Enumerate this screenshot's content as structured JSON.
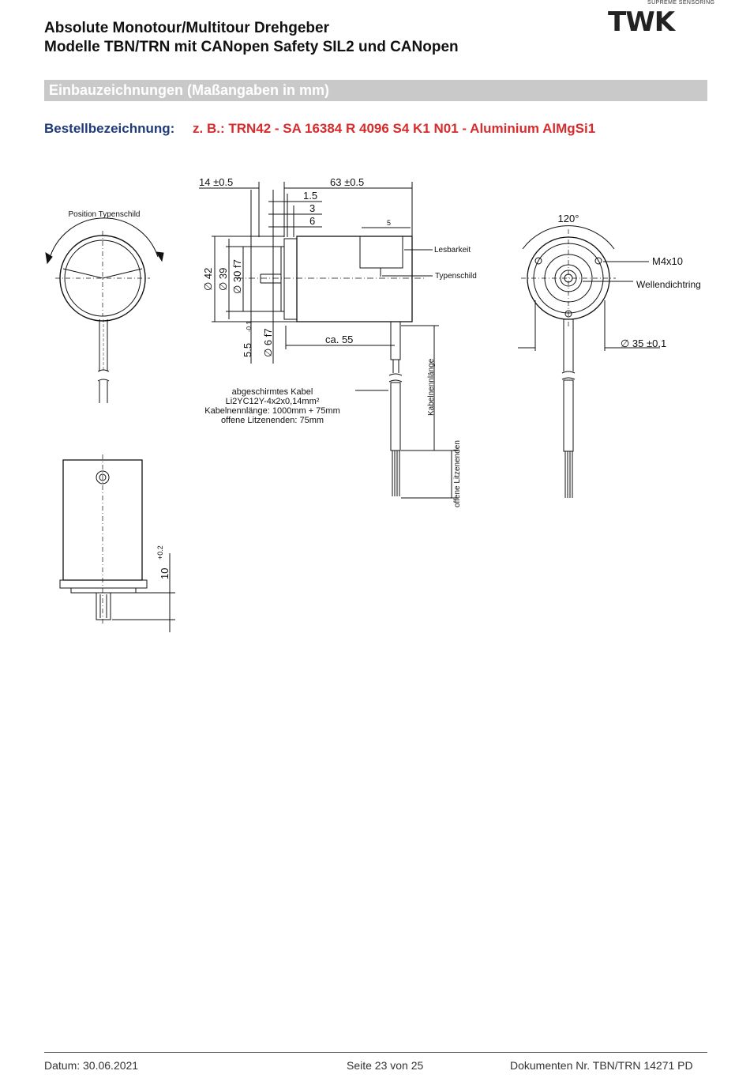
{
  "header": {
    "title_line1": "Absolute Monotour/Multitour Drehgeber",
    "title_line2": "Modelle TBN/TRN mit CANopen Safety SIL2 und CANopen",
    "logo_tagline": "SUPREME SENSORING",
    "logo_text": "TWK"
  },
  "section": {
    "title": "Einbauzeichnungen (Maßangaben in mm)"
  },
  "order": {
    "label": "Bestellbezeichnung:",
    "value": "z. B.: TRN42 - SA 16384 R 4096 S4 K1 N01 - Aluminium AlMgSi1"
  },
  "drawing": {
    "position_typenschild": "Position Typenschild",
    "dim_14": "14 ±0.5",
    "dim_63": "63 ±0.5",
    "dim_1_5": "1.5",
    "dim_3": "3",
    "dim_6": "6",
    "dim_5": "5",
    "lesbarkeit": "Lesbarkeit",
    "typenschild": "Typenschild",
    "dia42": "∅ 42",
    "dia39": "∅ 39",
    "dia30": "∅ 30 f7",
    "dim_5_5": "5.5",
    "tol_minus": "-0.1",
    "dia6": "∅ 6 f7",
    "ca55": "ca. 55",
    "cable_line1": "abgeschirmtes Kabel",
    "cable_line2": "Li2YC12Y-4x2x0,14mm²",
    "cable_line3": "Kabelnennlänge: 1000mm + 75mm",
    "cable_line4": "offene Litzenenden: 75mm",
    "kabelnennlaenge": "Kabelnennlänge",
    "offene_litzenenden": "offene Litzenenden",
    "angle120": "120°",
    "m4x10": "M4x10",
    "wellendichtring": "Wellendichtring",
    "dia35": "∅ 35 ±0.1",
    "dim_10": "10",
    "tol_plus": "+0.2"
  },
  "footer": {
    "date": "Datum: 30.06.2021",
    "page": "Seite 23 von 25",
    "document": "Dokumenten Nr. TBN/TRN 14271 PD"
  }
}
